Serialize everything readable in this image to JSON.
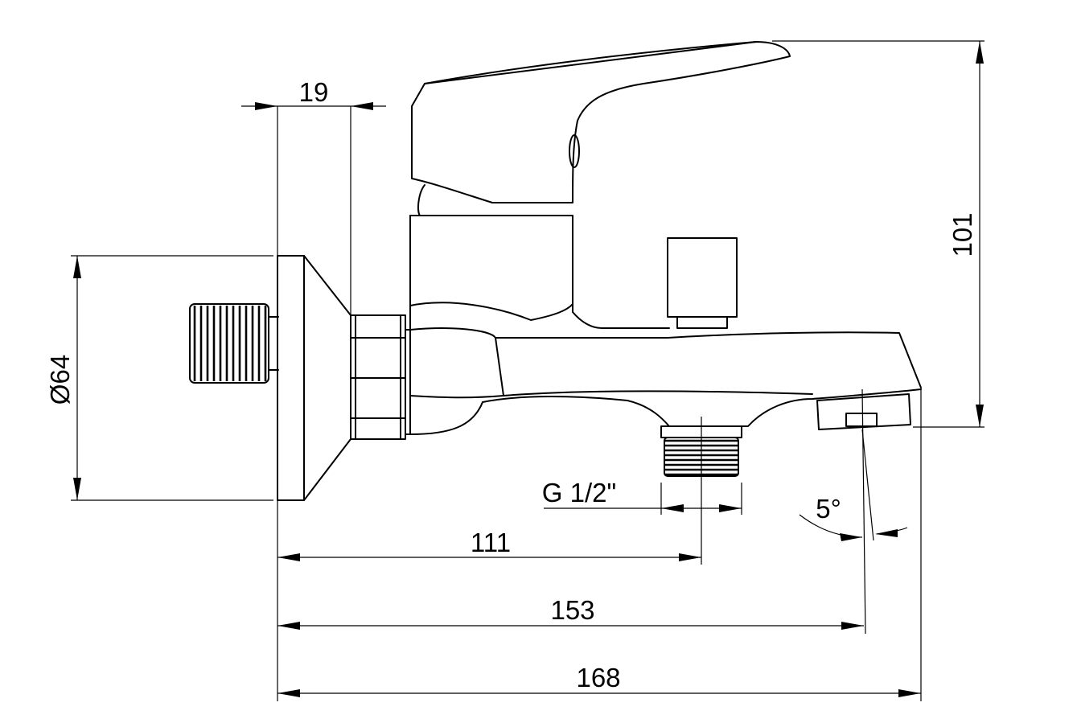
{
  "dimensions": {
    "flange_offset": "19",
    "diameter": "Ø64",
    "total_height": "101",
    "thread_size": "G 1/2\"",
    "outlet_position": "111",
    "spout_length": "153",
    "overall_length": "168",
    "spout_angle": "5°"
  }
}
